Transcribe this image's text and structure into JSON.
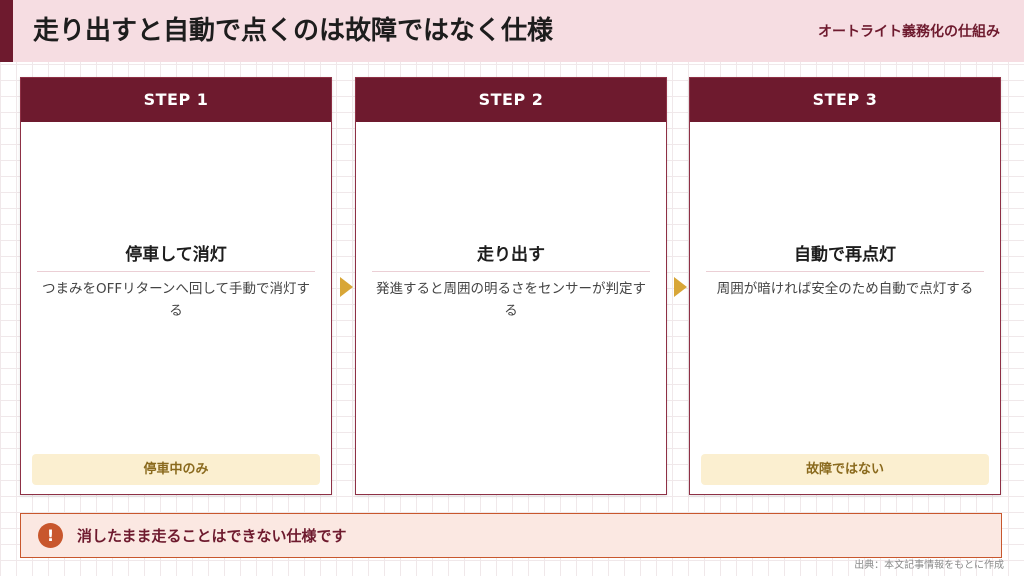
{
  "header": {
    "title": "走り出すと自動で点くのは故障ではなく仕様",
    "subtitle": "オートライト義務化の仕組み"
  },
  "steps": [
    {
      "label": "STEP 1",
      "title": "停車して消灯",
      "description": "つまみをOFFリターンへ回して手動で消灯する",
      "tag": "停車中のみ"
    },
    {
      "label": "STEP 2",
      "title": "走り出す",
      "description": "発進すると周囲の明るさをセンサーが判定する",
      "tag": ""
    },
    {
      "label": "STEP 3",
      "title": "自動で再点灯",
      "description": "周囲が暗ければ安全のため自動で点灯する",
      "tag": "故障ではない"
    }
  ],
  "note": {
    "icon": "exclamation-icon",
    "icon_glyph": "!",
    "text": "消したまま走ることはできない仕様です"
  },
  "source": "出典：本文記事情報をもとに作成",
  "colors": {
    "primary": "#6e1a2e",
    "header_bg": "#f6dde2",
    "arrow": "#d8a637",
    "tag_bg": "#fbefd0",
    "note_border": "#c8572d",
    "note_bg": "#fbe8e2"
  }
}
